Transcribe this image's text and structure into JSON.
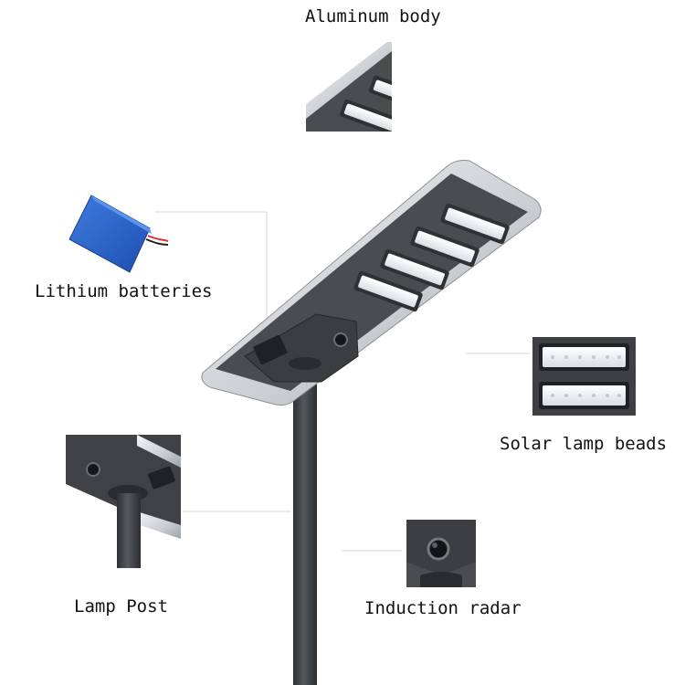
{
  "labels": {
    "aluminum_body": "Aluminum body",
    "lithium_batteries": "Lithium batteries",
    "solar_lamp_beads": "Solar lamp beads",
    "lamp_post": "Lamp Post",
    "induction_radar": "Induction radar"
  },
  "colors": {
    "housing_dark": "#4a4c50",
    "housing_silver": "#d8dadd",
    "pole": "#3d3f43",
    "battery_blue": "#2a62c9",
    "led_white": "#f2f4f7",
    "guide_line": "#cfcfcf"
  }
}
